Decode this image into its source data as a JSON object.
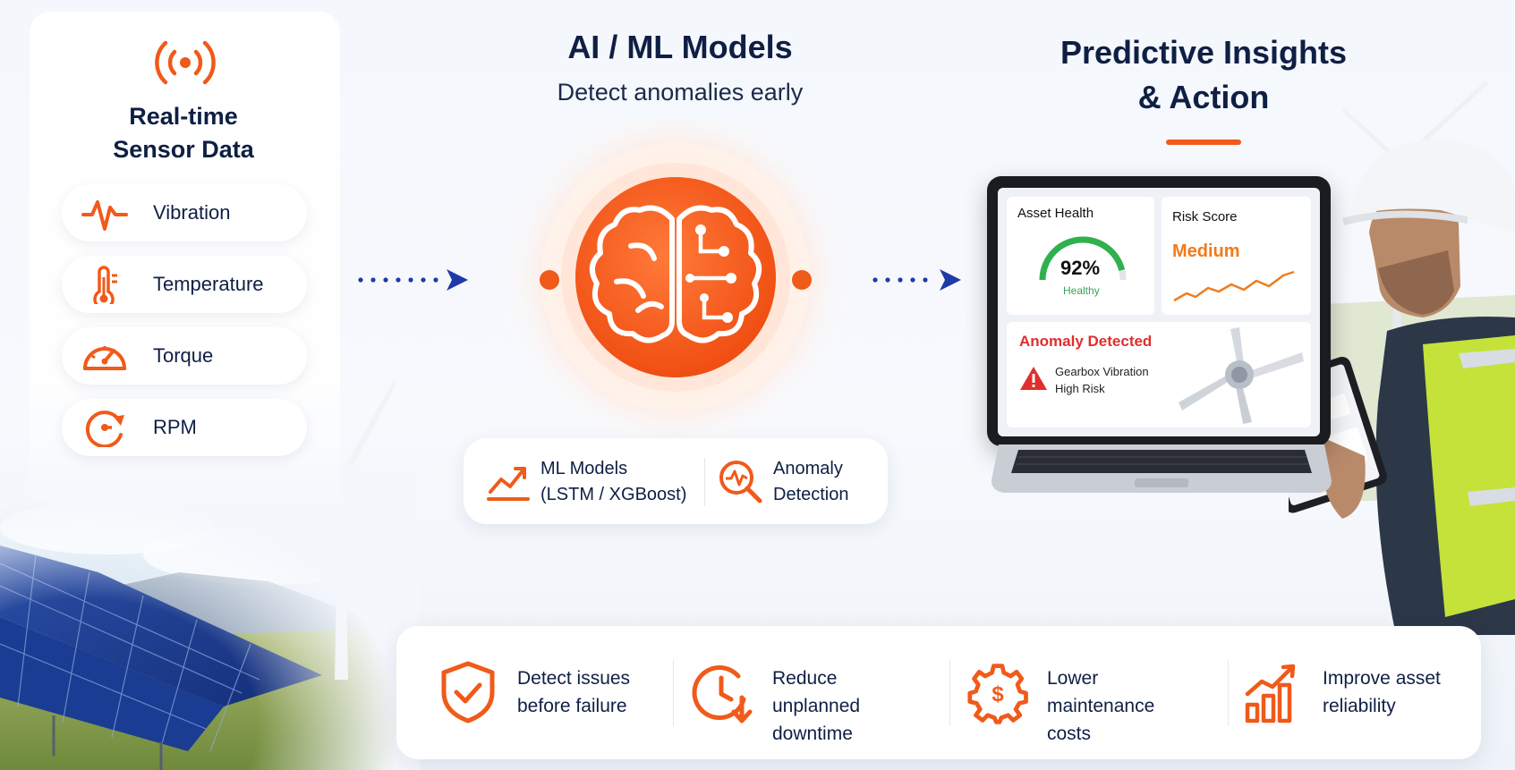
{
  "colors": {
    "accent": "#f05a1a",
    "navy": "#0f1f44",
    "arrow": "#1f3aa6",
    "healthy": "#37a35a",
    "risk_medium": "#f07b1a",
    "alert": "#e02e2e"
  },
  "left": {
    "icon": "broadcast-signal-icon",
    "title_line1": "Real-time",
    "title_line2": "Sensor Data",
    "items": [
      {
        "icon": "waveform-icon",
        "label": "Vibration"
      },
      {
        "icon": "thermometer-icon",
        "label": "Temperature"
      },
      {
        "icon": "gauge-icon",
        "label": "Torque"
      },
      {
        "icon": "rpm-icon",
        "label": "RPM"
      }
    ]
  },
  "center": {
    "title": "AI / ML Models",
    "subtitle": "Detect anomalies early",
    "icon": "brain-circuit-icon",
    "info": [
      {
        "icon": "trend-up-icon",
        "line1": "ML Models",
        "line2": "(LSTM / XGBoost)"
      },
      {
        "icon": "search-waveform-icon",
        "line1": "Anomaly",
        "line2": "Detection"
      }
    ]
  },
  "right": {
    "title_line1": "Predictive Insights",
    "title_line2": "& Action",
    "dashboard": {
      "asset_health_label": "Asset Health",
      "asset_health_value": "92%",
      "asset_health_fraction": 0.92,
      "asset_health_status": "Healthy",
      "risk_label": "Risk Score",
      "risk_value": "Medium",
      "anomaly_title": "Anomaly Detected",
      "anomaly_line1": "Gearbox Vibration",
      "anomaly_line2": "High Risk"
    }
  },
  "benefits": [
    {
      "icon": "shield-check-icon",
      "line1": "Detect issues",
      "line2": "before failure"
    },
    {
      "icon": "clock-down-icon",
      "line1": "Reduce unplanned",
      "line2": "downtime"
    },
    {
      "icon": "gear-dollar-icon",
      "line1": "Lower maintenance",
      "line2": "costs"
    },
    {
      "icon": "bar-growth-icon",
      "line1": "Improve asset",
      "line2": "reliability"
    }
  ]
}
